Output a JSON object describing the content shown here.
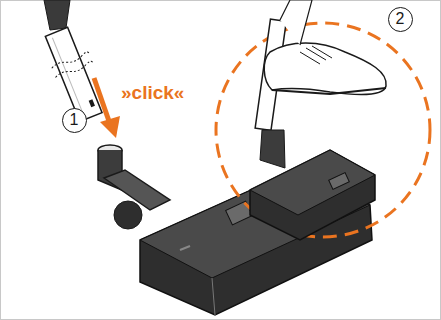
{
  "diagram": {
    "nodes": [
      {
        "text": [
          "1"
        ]
      },
      {
        "text": [
          "2"
        ]
      }
    ],
    "labels": [
      "»click«"
    ]
  }
}
